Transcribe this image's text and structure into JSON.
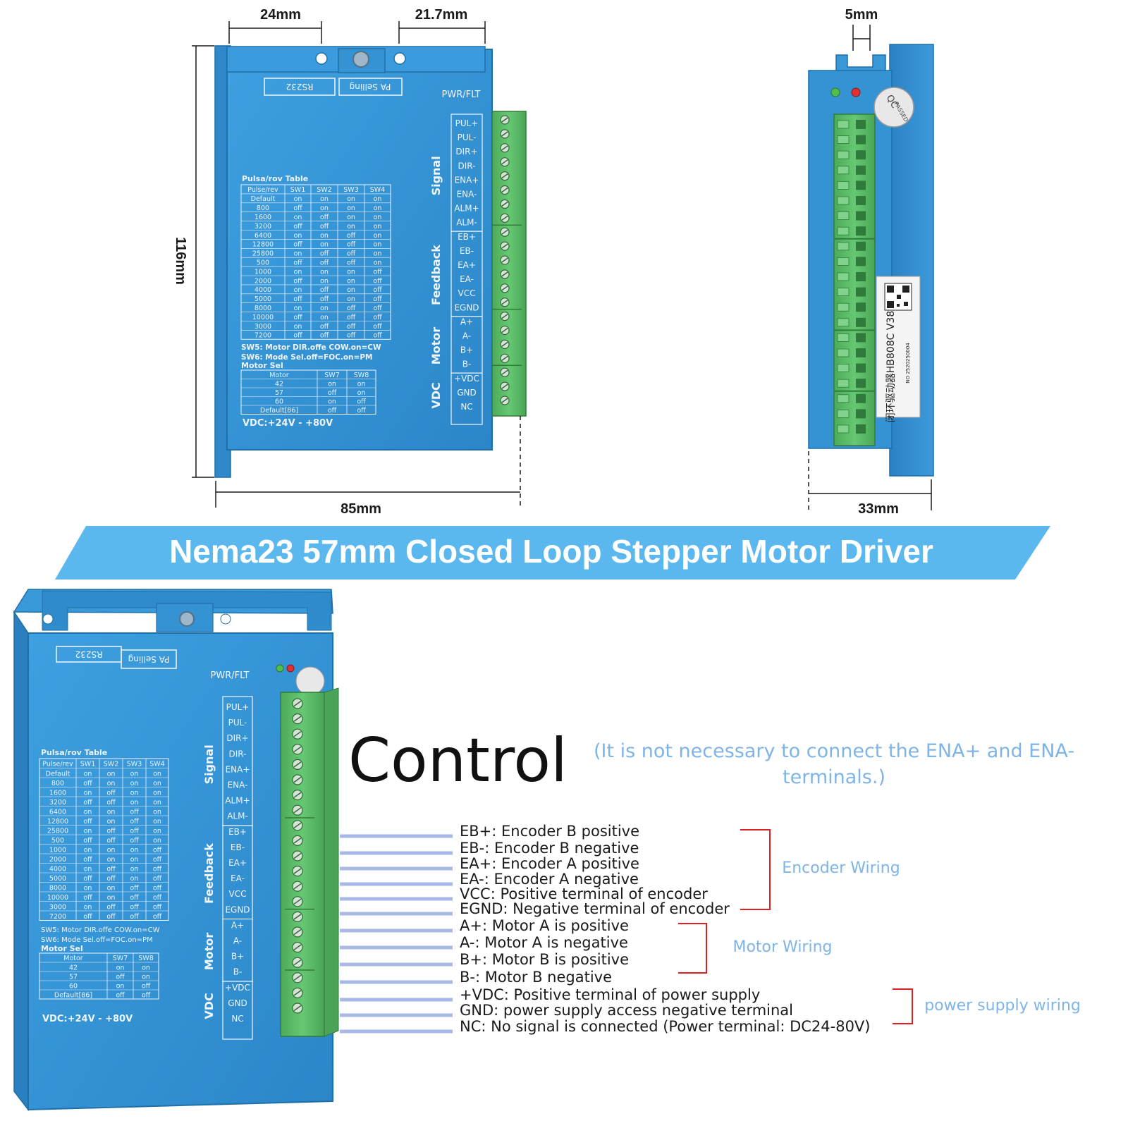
{
  "dimensions": {
    "top_left_hole": "24mm",
    "top_right_hole": "21.7mm",
    "height": "116mm",
    "width": "85mm",
    "side_slot": "5mm",
    "depth": "33mm"
  },
  "banner_title": "Nema23 57mm Closed Loop Stepper Motor Driver",
  "driver": {
    "rs232": "RS232",
    "pa_setting": "PA Selling",
    "pwr_flt": "PWR/FLT",
    "table_title": "Pulsa/rov Table",
    "table_headers": [
      "Pulse/rev",
      "SW1",
      "SW2",
      "SW3",
      "SW4"
    ],
    "table_rows": [
      [
        "Default",
        "on",
        "on",
        "on",
        "on"
      ],
      [
        "800",
        "off",
        "on",
        "on",
        "on"
      ],
      [
        "1600",
        "on",
        "off",
        "on",
        "on"
      ],
      [
        "3200",
        "off",
        "off",
        "on",
        "on"
      ],
      [
        "6400",
        "on",
        "on",
        "off",
        "on"
      ],
      [
        "12800",
        "off",
        "on",
        "off",
        "on"
      ],
      [
        "25800",
        "on",
        "off",
        "off",
        "on"
      ],
      [
        "500",
        "off",
        "off",
        "off",
        "on"
      ],
      [
        "1000",
        "on",
        "on",
        "on",
        "off"
      ],
      [
        "2000",
        "off",
        "on",
        "on",
        "off"
      ],
      [
        "4000",
        "on",
        "off",
        "on",
        "off"
      ],
      [
        "5000",
        "off",
        "off",
        "on",
        "off"
      ],
      [
        "8000",
        "on",
        "on",
        "off",
        "off"
      ],
      [
        "10000",
        "off",
        "on",
        "off",
        "off"
      ],
      [
        "3000",
        "on",
        "off",
        "off",
        "off"
      ],
      [
        "7200",
        "off",
        "off",
        "off",
        "off"
      ]
    ],
    "sw5": "SW5: Motor DIR.offe COW.on=CW",
    "sw6": "SW6: Mode Sel.off=FOC.on=PM",
    "motor_sel_title": "Motor Sel",
    "motor_headers": [
      "Motor",
      "SW7",
      "SW8"
    ],
    "motor_rows": [
      [
        "42",
        "on",
        "on"
      ],
      [
        "57",
        "off",
        "on"
      ],
      [
        "60",
        "on",
        "off"
      ],
      [
        "Default[86]",
        "off",
        "off"
      ]
    ],
    "vdc_range": "VDC:+24V - +80V",
    "groups": [
      "Signal",
      "Feedback",
      "Motor",
      "VDC"
    ],
    "signal_pins": [
      "PUL+",
      "PUL-",
      "DIR+",
      "DIR-",
      "ENA+",
      "ENA-",
      "ALM+",
      "ALM-"
    ],
    "feedback_pins": [
      "EB+",
      "EB-",
      "EA+",
      "EA-",
      "VCC",
      "EGND"
    ],
    "motor_pins": [
      "A+",
      "A-",
      "B+",
      "B-"
    ],
    "vdc_pins": [
      "+VDC",
      "GND",
      "NC"
    ]
  },
  "side": {
    "qc_top": "QC",
    "qc_bottom": "PASSED",
    "model": "闭环驱动器HB808C V38",
    "serial": "NO 2520250004"
  },
  "control": {
    "heading": "Control",
    "note_line1": "(It is not necessary to connect the ENA+ and ENA-",
    "note_line2": "terminals.)",
    "descriptions": [
      "EB+: Encoder B positive",
      "EB-: Encoder B negative",
      "EA+: Encoder A positive",
      "EA-: Encoder A negative",
      "VCC: Positive terminal of encoder",
      "EGND: Negative terminal of encoder",
      "A+: Motor A is positive",
      "A-: Motor A is negative",
      "B+: Motor B is positive",
      "B-: Motor B negative",
      "+VDC: Positive terminal of power supply",
      "GND: power supply access negative terminal",
      "NC: No signal is connected  (Power terminal: DC24-80V)"
    ],
    "encoder_wiring": "Encoder Wiring",
    "motor_wiring": "Motor Wiring",
    "power_wiring": "power supply wiring"
  },
  "colors": {
    "driver_blue": "#2f8fd2",
    "driver_edge": "#1f6fa8",
    "terminal_green": "#5cbf6a",
    "banner": "#5ab8ee",
    "bracket_red": "#e02020",
    "wire_line": "#aab8e8"
  }
}
